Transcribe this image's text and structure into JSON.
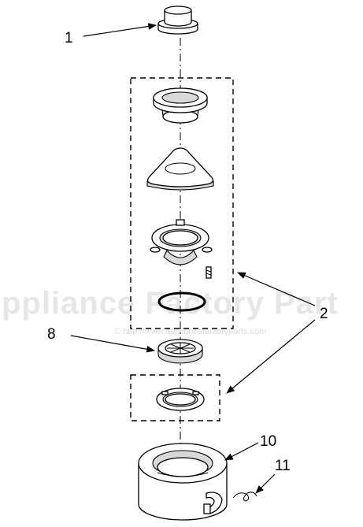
{
  "watermark": {
    "brand": "ppliance Factory Part",
    "url": "© http://www.appliancefactoryparts.com"
  },
  "callouts": [
    {
      "id": "1",
      "label": "1"
    },
    {
      "id": "2",
      "label": "2"
    },
    {
      "id": "8",
      "label": "8"
    },
    {
      "id": "10",
      "label": "10"
    },
    {
      "id": "11",
      "label": "11"
    }
  ],
  "colors": {
    "line": "#000000",
    "shade": "#d9d9d9",
    "watermark": "#e6e6e6"
  }
}
